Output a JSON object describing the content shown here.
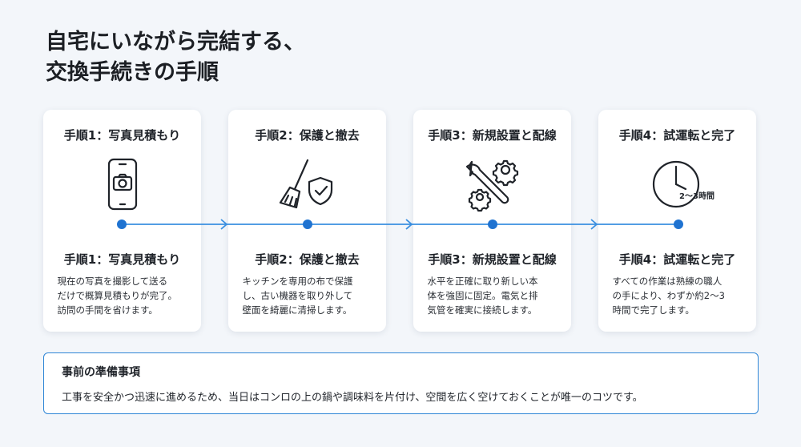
{
  "title": {
    "line1": "自宅にいながら完結する、",
    "line2": "交換手続きの手順"
  },
  "colors": {
    "accent": "#1f73d1",
    "timeline": "#3a8fe0",
    "background": "#f3f6fa"
  },
  "steps": [
    {
      "title": "手順1：写真見積もり",
      "subtitle": "手順1：写真見積もり",
      "description": "現在の写真を撮影して送る\nだけで概算見積もりが完了。\n訪問の手間を省けます。",
      "icon": "smartphone-camera-icon"
    },
    {
      "title": "手順2：保護と撤去",
      "subtitle": "手順2：保護と撤去",
      "description": "キッチンを専用の布で保護\nし、古い機器を取り外して\n壁面を綺麗に清掃します。",
      "icon": "broom-shield-icon"
    },
    {
      "title": "手順3：新規設置と配線",
      "subtitle": "手順3：新規設置と配線",
      "description": "水平を正確に取り新しい本\n体を強固に固定。電気と排\n気管を確実に接続します。",
      "icon": "wrench-gears-icon"
    },
    {
      "title": "手順4：試運転と完了",
      "subtitle": "手順4：試運転と完了",
      "description": "すべての作業は熟練の職人\nの手により、わずか約2〜3\n時間で完了します。",
      "icon": "clock-icon",
      "icon_label": "2〜3時間"
    }
  ],
  "prep": {
    "title": "事前の準備事項",
    "text": "工事を安全かつ迅速に進めるため、当日はコンロの上の鍋や調味料を片付け、空間を広く空けておくことが唯一のコツです。"
  }
}
